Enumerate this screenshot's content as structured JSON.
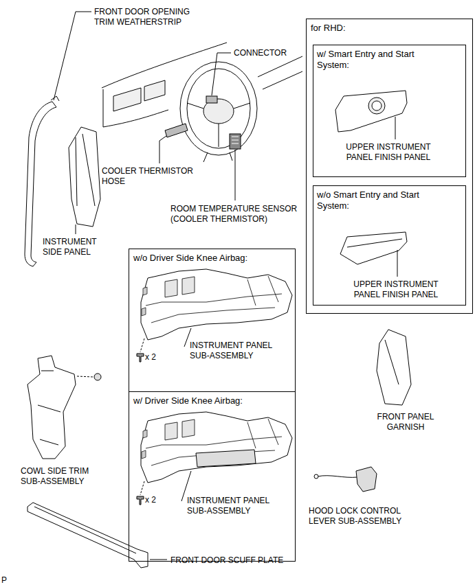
{
  "diagram": {
    "nodes": [
      {
        "text": [
          "for RHD:"
        ]
      },
      {
        "text": [
          "w/ Smart Entry and Start System:",
          "UPPER INSTRUMENT PANEL FINISH PANEL"
        ],
        "in": 0
      },
      {
        "text": [
          "w/o Smart Entry and Start System:",
          "UPPER INSTRUMENT PANEL FINISH PANEL"
        ],
        "in": 0
      },
      {
        "text": [
          "w/o Driver Side Knee Airbag:",
          "x 2",
          "INSTRUMENT PANEL SUB-ASSEMBLY"
        ]
      },
      {
        "text": [
          "w/ Driver Side Knee Airbag:",
          "x 2",
          "INSTRUMENT PANEL SUB-ASSEMBLY"
        ]
      }
    ],
    "labels": [
      "FRONT DOOR OPENING TRIM WEATHERSTRIP",
      "CONNECTOR",
      "COOLER THERMISTOR HOSE",
      "ROOM TEMPERATURE SENSOR (COOLER THERMISTOR)",
      "INSTRUMENT SIDE PANEL",
      "FRONT PANEL GARNISH",
      "COWL SIDE TRIM SUB-ASSEMBLY",
      "HOOD LOCK CONTROL LEVER SUB-ASSEMBLY",
      "FRONT DOOR SCUFF PLATE",
      "P"
    ]
  }
}
